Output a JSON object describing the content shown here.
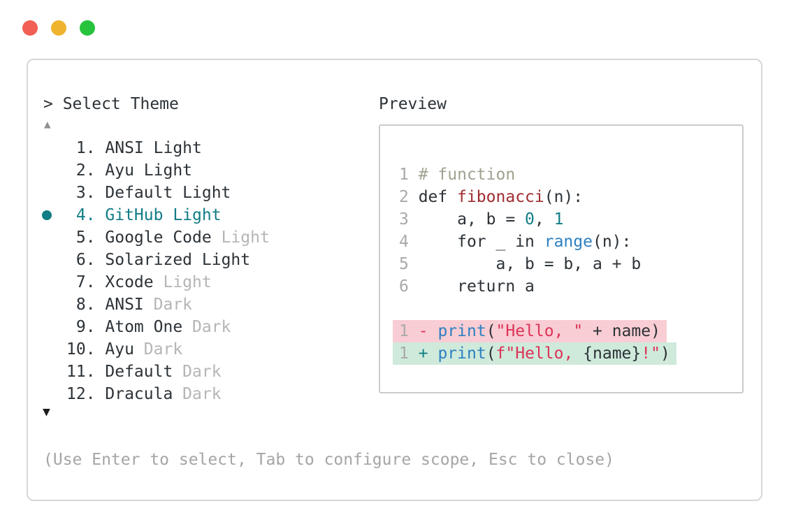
{
  "window_controls": {
    "close_color": "#f15f55",
    "minimize_color": "#efb42e",
    "zoom_color": "#27c33d"
  },
  "theme_picker": {
    "title": "> Select Theme",
    "scroll_up_icon": "▲",
    "scroll_down_icon": "▼",
    "selected_marker": "●",
    "items": [
      {
        "number": "1",
        "name": "ANSI",
        "variant": "Light",
        "variant_muted": false,
        "selected": false
      },
      {
        "number": "2",
        "name": "Ayu",
        "variant": "Light",
        "variant_muted": false,
        "selected": false
      },
      {
        "number": "3",
        "name": "Default",
        "variant": "Light",
        "variant_muted": false,
        "selected": false
      },
      {
        "number": "4",
        "name": "GitHub",
        "variant": "Light",
        "variant_muted": false,
        "selected": true
      },
      {
        "number": "5",
        "name": "Google Code",
        "variant": "Light",
        "variant_muted": true,
        "selected": false
      },
      {
        "number": "6",
        "name": "Solarized",
        "variant": "Light",
        "variant_muted": false,
        "selected": false
      },
      {
        "number": "7",
        "name": "Xcode",
        "variant": "Light",
        "variant_muted": true,
        "selected": false
      },
      {
        "number": "8",
        "name": "ANSI",
        "variant": "Dark",
        "variant_muted": true,
        "selected": false
      },
      {
        "number": "9",
        "name": "Atom One",
        "variant": "Dark",
        "variant_muted": true,
        "selected": false
      },
      {
        "number": "10",
        "name": "Ayu",
        "variant": "Dark",
        "variant_muted": true,
        "selected": false
      },
      {
        "number": "11",
        "name": "Default",
        "variant": "Dark",
        "variant_muted": true,
        "selected": false
      },
      {
        "number": "12",
        "name": "Dracula",
        "variant": "Dark",
        "variant_muted": true,
        "selected": false
      }
    ],
    "hint": "(Use Enter to select, Tab to configure scope, Esc to close)"
  },
  "preview": {
    "label": "Preview",
    "code_lines": [
      {
        "highlight": "none",
        "segments": [
          {
            "text": "1",
            "color": "line_number"
          },
          {
            "text": " ",
            "color": "text"
          },
          {
            "text": "# function",
            "color": "comment"
          }
        ]
      },
      {
        "highlight": "none",
        "segments": [
          {
            "text": "2",
            "color": "line_number"
          },
          {
            "text": " def ",
            "color": "text"
          },
          {
            "text": "fibonacci",
            "color": "function_name"
          },
          {
            "text": "(n):",
            "color": "text"
          }
        ]
      },
      {
        "highlight": "none",
        "segments": [
          {
            "text": "3",
            "color": "line_number"
          },
          {
            "text": "     a, b = ",
            "color": "text"
          },
          {
            "text": "0",
            "color": "number_literal"
          },
          {
            "text": ", ",
            "color": "text"
          },
          {
            "text": "1",
            "color": "number_literal"
          }
        ]
      },
      {
        "highlight": "none",
        "segments": [
          {
            "text": "4",
            "color": "line_number"
          },
          {
            "text": "     for _ in ",
            "color": "text"
          },
          {
            "text": "range",
            "color": "builtin"
          },
          {
            "text": "(n):",
            "color": "text"
          }
        ]
      },
      {
        "highlight": "none",
        "segments": [
          {
            "text": "5",
            "color": "line_number"
          },
          {
            "text": "         a, b = b, a + b",
            "color": "text"
          }
        ]
      },
      {
        "highlight": "none",
        "segments": [
          {
            "text": "6",
            "color": "line_number"
          },
          {
            "text": "     return a",
            "color": "text"
          }
        ]
      },
      {
        "highlight": "none",
        "segments": []
      },
      {
        "highlight": "removed",
        "segments": [
          {
            "text": "1",
            "color": "line_number"
          },
          {
            "text": " ",
            "color": "text"
          },
          {
            "text": "-",
            "color": "diff_del"
          },
          {
            "text": " ",
            "color": "text"
          },
          {
            "text": "print",
            "color": "builtin"
          },
          {
            "text": "(",
            "color": "text"
          },
          {
            "text": "\"Hello, \"",
            "color": "string"
          },
          {
            "text": " + name)",
            "color": "text"
          }
        ]
      },
      {
        "highlight": "added",
        "segments": [
          {
            "text": "1",
            "color": "line_number"
          },
          {
            "text": " ",
            "color": "text"
          },
          {
            "text": "+",
            "color": "diff_add"
          },
          {
            "text": " ",
            "color": "text"
          },
          {
            "text": "print",
            "color": "builtin"
          },
          {
            "text": "(",
            "color": "text"
          },
          {
            "text": "f\"Hello, ",
            "color": "string"
          },
          {
            "text": "{name}",
            "color": "text"
          },
          {
            "text": "!\"",
            "color": "string"
          },
          {
            "text": ")",
            "color": "text"
          }
        ]
      }
    ]
  },
  "colors": {
    "text": "#2c3237",
    "muted": "#b5b5b5",
    "hint": "#a5a5a5",
    "accent_teal": "#127d85",
    "line_number": "#a9a9a9",
    "comment": "#9ea38f",
    "function_name": "#a02d31",
    "builtin": "#2e80c1",
    "number_literal": "#127d85",
    "string": "#dc3358",
    "diff_del": "#dc3358",
    "diff_add": "#127d85",
    "diff_del_bg": "#f8cdd3",
    "diff_add_bg": "#cfeadb"
  }
}
